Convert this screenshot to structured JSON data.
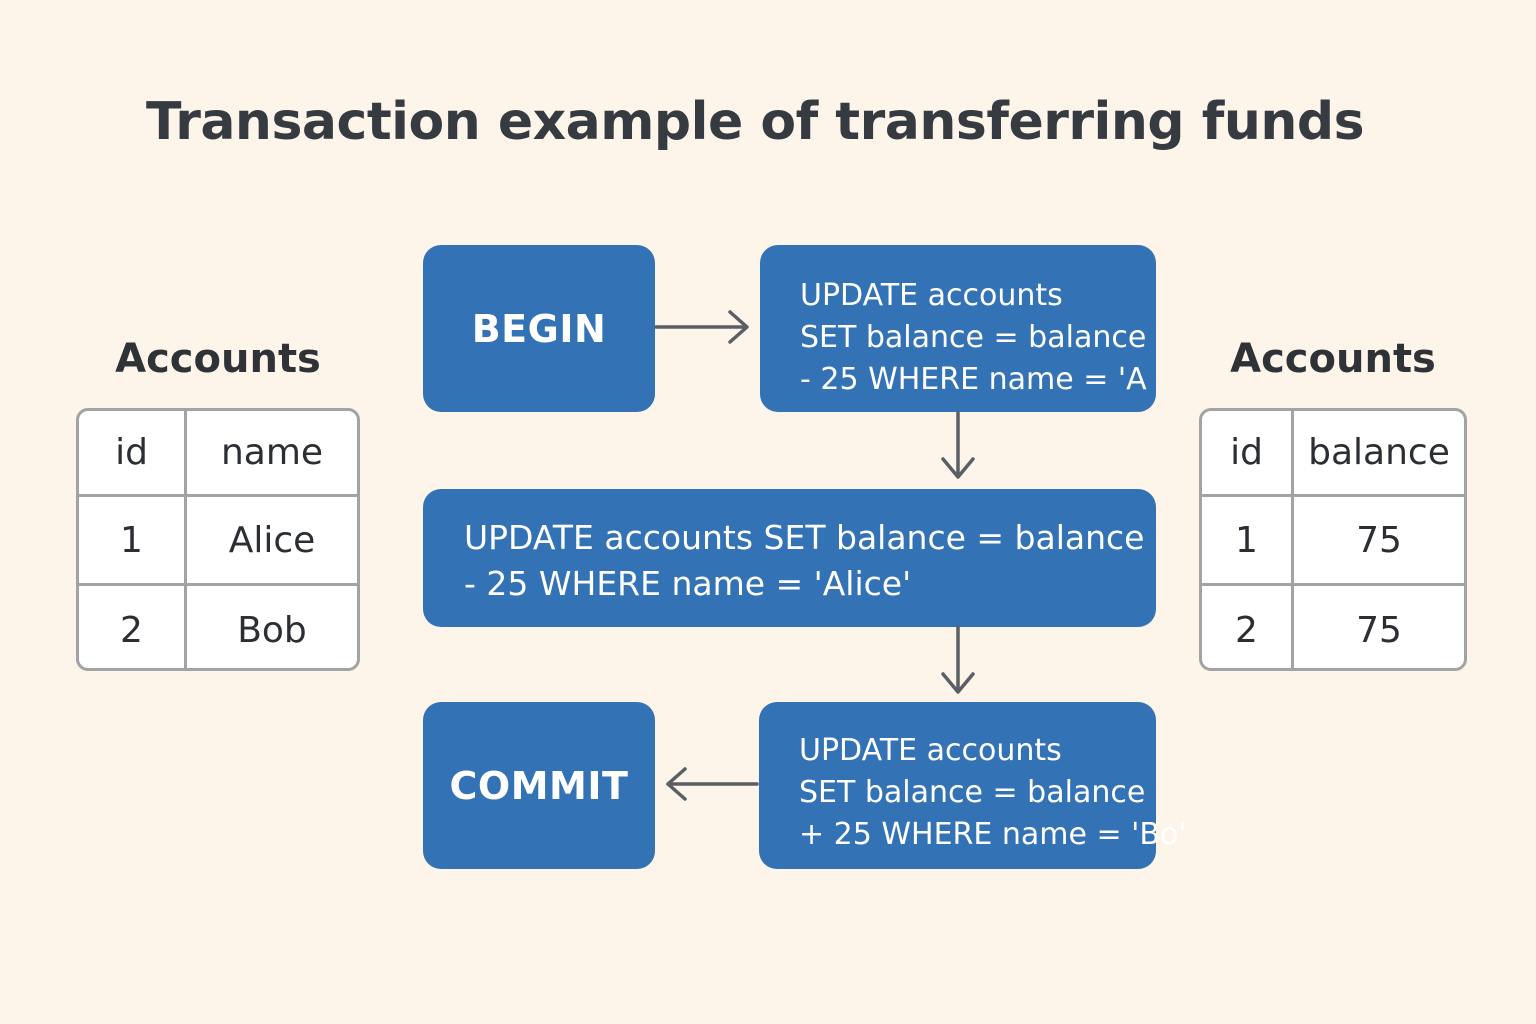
{
  "title": "Transaction example of transferring funds",
  "colors": {
    "background": "#fdf4ea",
    "box_fill": "#3272b5",
    "box_text": "#ffffff",
    "table_border": "#a3a3a3",
    "arrow": "#5a5f66"
  },
  "left_table": {
    "caption": "Accounts",
    "headers": [
      "id",
      "name"
    ],
    "rows": [
      [
        "1",
        "Alice"
      ],
      [
        "2",
        "Bob"
      ]
    ]
  },
  "right_table": {
    "caption": "Accounts",
    "headers": [
      "id",
      "balance"
    ],
    "rows": [
      [
        "1",
        "75"
      ],
      [
        "2",
        "75"
      ]
    ]
  },
  "steps": {
    "begin": "BEGIN",
    "update1": [
      "UPDATE accounts",
      "SET balance = balance",
      "- 25 WHERE name = 'A"
    ],
    "update2": [
      "UPDATE accounts SET balance = balance",
      "- 25 WHERE name = 'Alice'"
    ],
    "update3": [
      "UPDATE accounts",
      "SET balance = balance",
      "+ 25 WHERE name = 'Bo'"
    ],
    "commit": "COMMIT"
  }
}
